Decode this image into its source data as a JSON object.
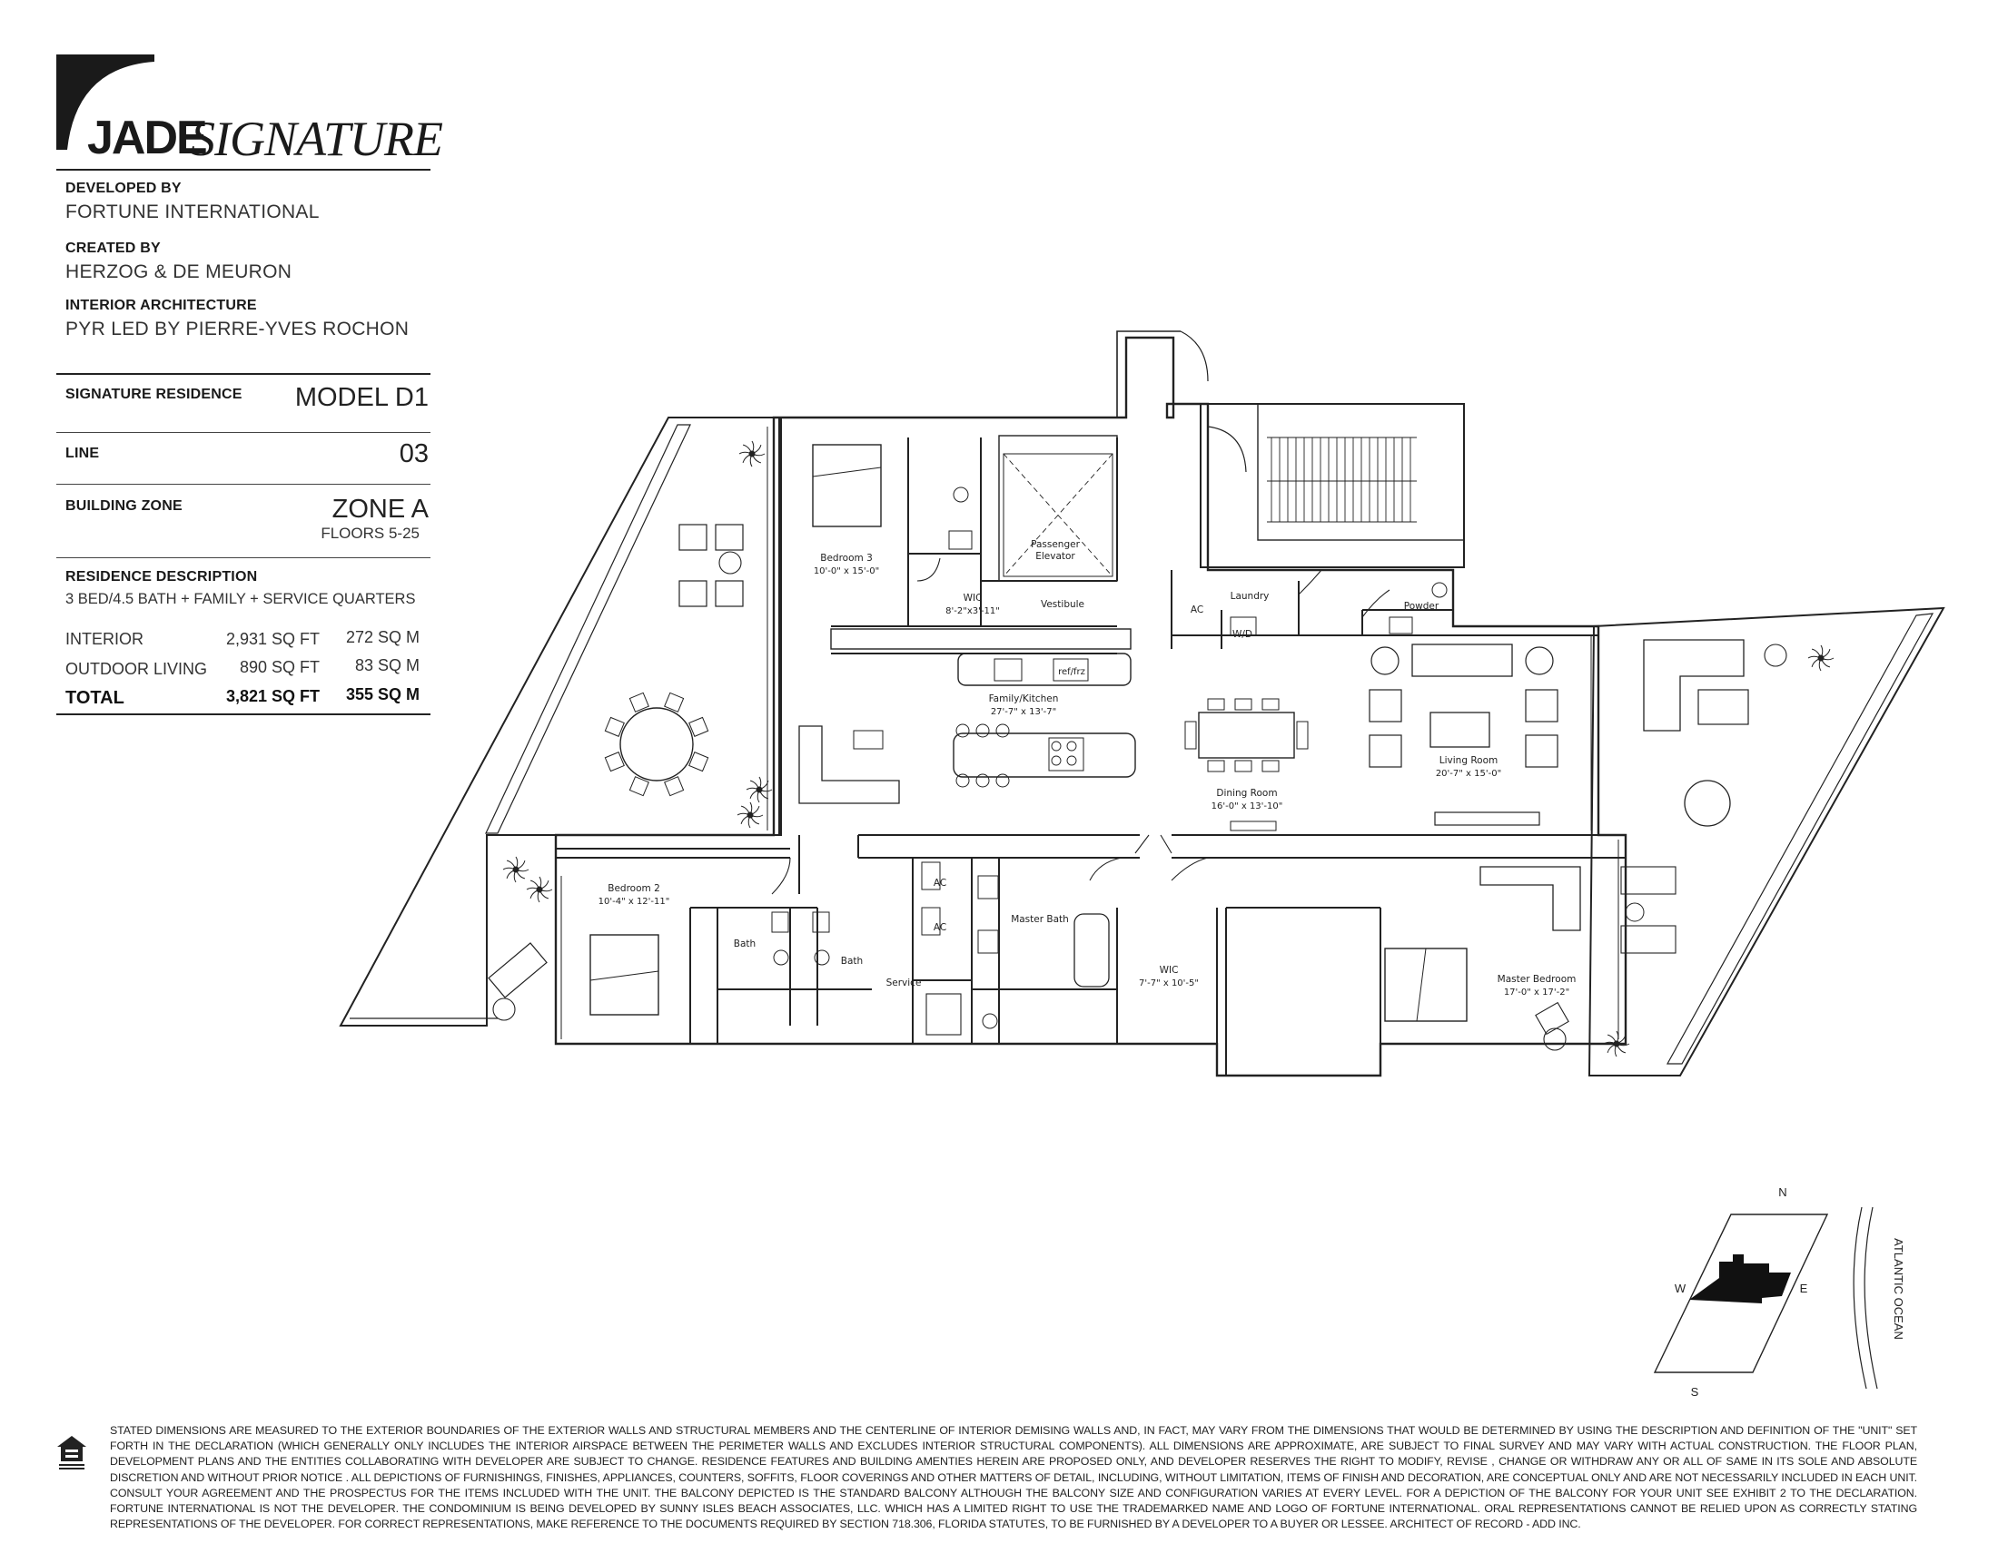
{
  "brand": {
    "word1": "JADE",
    "word2": "SIGNATURE"
  },
  "credits": [
    {
      "label": "DEVELOPED BY",
      "value": "FORTUNE INTERNATIONAL"
    },
    {
      "label": "CREATED BY",
      "value": "HERZOG & DE MEURON"
    },
    {
      "label": "INTERIOR ARCHITECTURE",
      "value": "PYR LED BY PIERRE-YVES ROCHON"
    }
  ],
  "residence": {
    "model_label": "SIGNATURE RESIDENCE",
    "model_value": "MODEL D1",
    "line_label": "LINE",
    "line_value": "03",
    "zone_label": "BUILDING ZONE",
    "zone_value": "ZONE A",
    "floors": "FLOORS 5-25",
    "desc_label": "RESIDENCE DESCRIPTION",
    "desc_value": "3 BED/4.5 BATH + FAMILY + SERVICE QUARTERS"
  },
  "areas": [
    {
      "label": "INTERIOR",
      "sqft": "2,931 SQ FT",
      "sqm": "272 SQ M"
    },
    {
      "label": "OUTDOOR LIVING",
      "sqft": "890 SQ FT",
      "sqm": "83 SQ M"
    },
    {
      "label": "TOTAL",
      "sqft": "3,821 SQ FT",
      "sqm": "355 SQ M"
    }
  ],
  "rooms": {
    "bedroom3": {
      "name": "Bedroom 3",
      "dim": "10'-0\" x 15'-0\""
    },
    "elevator": {
      "name": "Passenger",
      "name2": "Elevator"
    },
    "wic_top": {
      "name": "WIC",
      "dim": "8'-2\"x3'-11\""
    },
    "vestibule": {
      "name": "Vestibule"
    },
    "ac_top": {
      "name": "AC"
    },
    "laundry": {
      "name": "Laundry"
    },
    "wd": {
      "name": "W/D"
    },
    "powder": {
      "name": "Powder"
    },
    "reffrz": {
      "name": "ref/frz"
    },
    "kitchen": {
      "name": "Family/Kitchen",
      "dim": "27'-7\" x 13'-7\""
    },
    "dining": {
      "name": "Dining Room",
      "dim": "16'-0\" x 13'-10\""
    },
    "living": {
      "name": "Living Room",
      "dim": "20'-7\" x 15'-0\""
    },
    "bedroom2": {
      "name": "Bedroom 2",
      "dim": "10'-4\" x 12'-11\""
    },
    "bath1": {
      "name": "Bath"
    },
    "bath2": {
      "name": "Bath"
    },
    "ac1": {
      "name": "AC"
    },
    "ac2": {
      "name": "AC"
    },
    "service": {
      "name": "Service"
    },
    "masterbath": {
      "name": "Master Bath"
    },
    "wic_master": {
      "name": "WIC",
      "dim": "7'-7\" x 10'-5\""
    },
    "masterbed": {
      "name": "Master Bedroom",
      "dim": "17'-0\" x 17'-2\""
    }
  },
  "compass": {
    "n": "N",
    "s": "S",
    "e": "E",
    "w": "W",
    "ocean": "ATLANTIC OCEAN"
  },
  "disclaimer": "STATED DIMENSIONS ARE MEASURED TO THE EXTERIOR BOUNDARIES OF THE EXTERIOR WALLS AND STRUCTURAL MEMBERS AND THE CENTERLINE OF INTERIOR DEMISING WALLS AND, IN FACT, MAY VARY FROM THE DIMENSIONS THAT WOULD BE DETERMINED BY USING THE DESCRIPTION AND DEFINITION OF THE \"UNIT\" SET FORTH IN THE DECLARATION (WHICH GENERALLY ONLY INCLUDES THE INTERIOR AIRSPACE BETWEEN THE PERIMETER WALLS AND EXCLUDES INTERIOR STRUCTURAL COMPONENTS). ALL DIMENSIONS ARE APPROXIMATE, ARE SUBJECT TO FINAL SURVEY AND MAY VARY WITH ACTUAL CONSTRUCTION. THE FLOOR PLAN, DEVELOPMENT PLANS AND THE ENTITIES COLLABORATING WITH DEVELOPER ARE SUBJECT TO CHANGE. RESIDENCE FEATURES AND BUILDING AMENTIES HEREIN ARE PROPOSED ONLY, AND DEVELOPER RESERVES THE RIGHT TO MODIFY, REVISE , CHANGE OR WITHDRAW ANY OR ALL OF SAME IN ITS SOLE AND ABSOLUTE DISCRETION AND WITHOUT PRIOR NOTICE . ALL DEPICTIONS OF FURNISHINGS, FINISHES, APPLIANCES, COUNTERS, SOFFITS, FLOOR COVERINGS AND OTHER MATTERS OF DETAIL, INCLUDING, WITHOUT LIMITATION, ITEMS OF FINISH AND DECORATION, ARE CONCEPTUAL ONLY AND ARE NOT NECESSARILY INCLUDED IN EACH UNIT. CONSULT YOUR AGREEMENT AND THE PROSPECTUS FOR THE ITEMS INCLUDED WITH THE UNIT. THE BALCONY DEPICTED IS THE STANDARD BALCONY ALTHOUGH THE BALCONY SIZE AND CONFIGURATION VARIES AT EVERY LEVEL. FOR A DEPICTION OF THE BALCONY FOR YOUR UNIT SEE EXHIBIT 2 TO THE DECLARATION. FORTUNE INTERNATIONAL IS NOT THE DEVELOPER. THE CONDOMINIUM IS BEING DEVELOPED BY SUNNY ISLES BEACH ASSOCIATES, LLC. WHICH HAS A LIMITED RIGHT TO USE THE TRADEMARKED NAME AND LOGO OF FORTUNE INTERNATIONAL. ORAL REPRESENTATIONS CANNOT BE RELIED UPON AS CORRECTLY STATING REPRESENTATIONS OF THE DEVELOPER. FOR CORRECT REPRESENTATIONS, MAKE REFERENCE TO THE DOCUMENTS REQUIRED BY SECTION 718.306, FLORIDA STATUTES, TO BE FURNISHED BY A DEVELOPER TO A BUYER OR LESSEE. ARCHITECT OF RECORD - ADD INC."
}
